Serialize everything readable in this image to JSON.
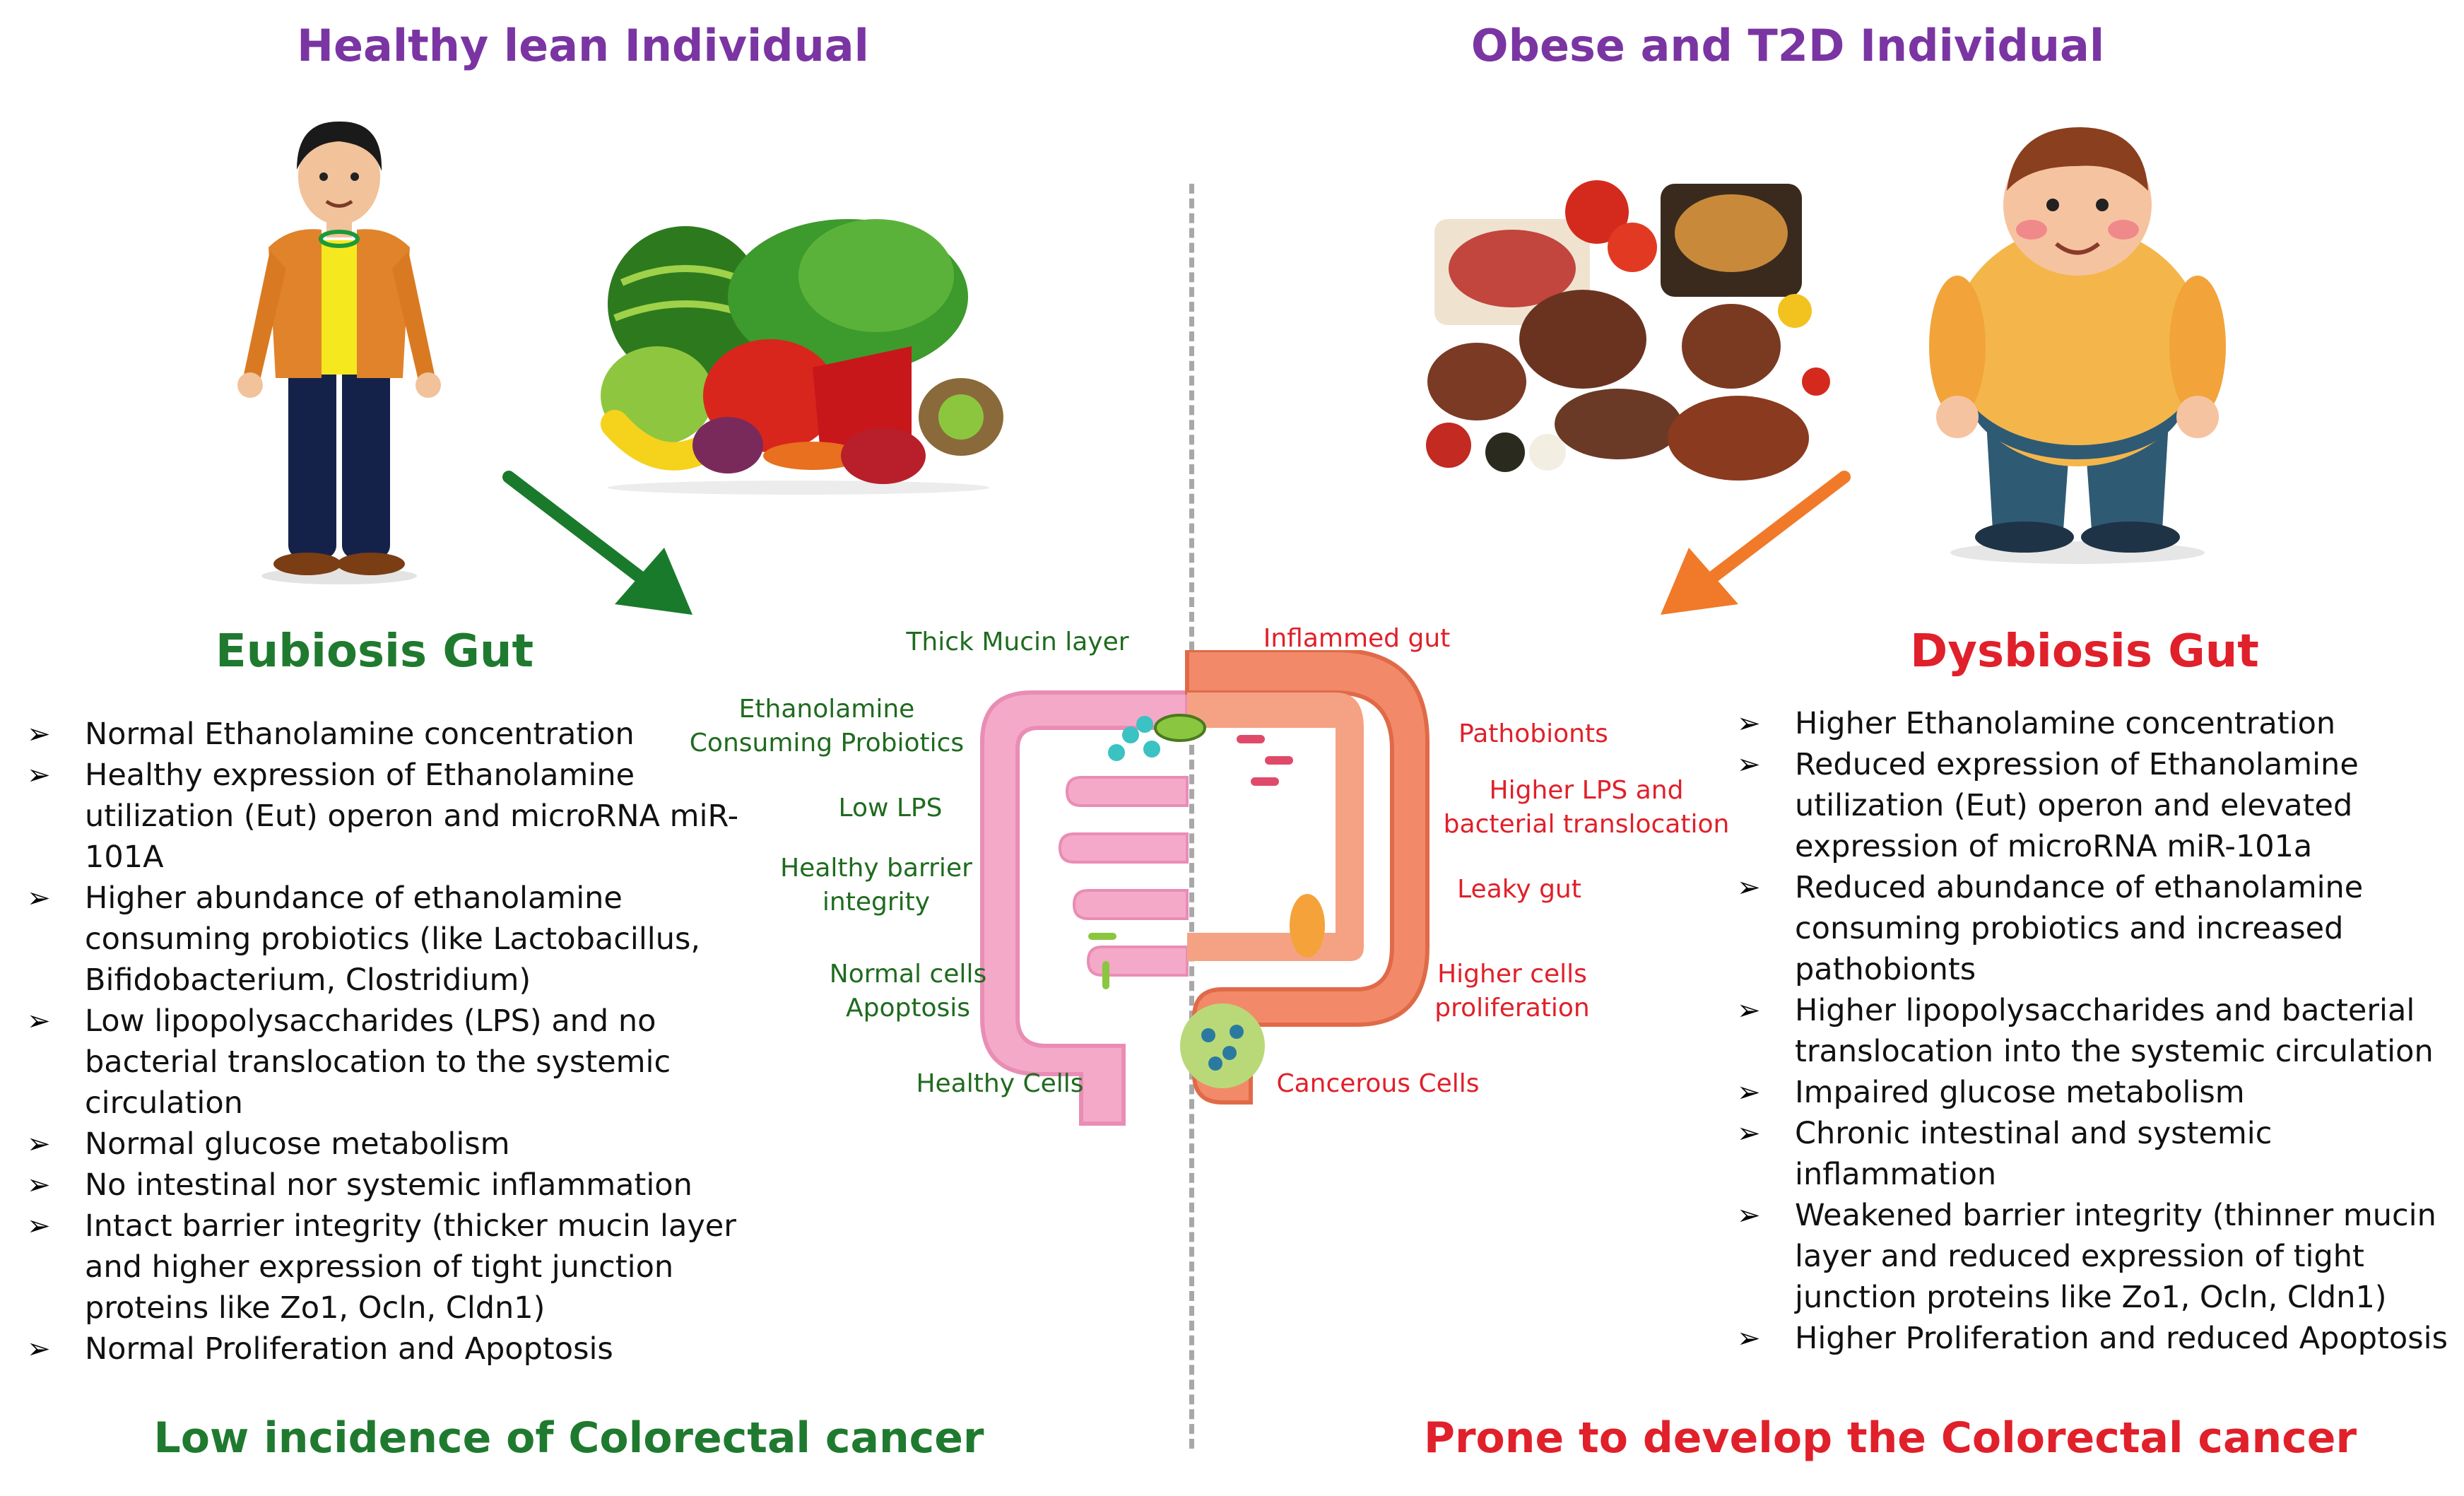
{
  "headings": {
    "left": "Healthy lean Individual",
    "right": "Obese and T2D Individual"
  },
  "gut_titles": {
    "left": "Eubiosis Gut",
    "right": "Dysbiosis Gut"
  },
  "left_bullets": [
    "Normal Ethanolamine concentration",
    "Healthy expression of Ethanolamine utilization (Eut) operon and microRNA miR-101A",
    "Higher abundance of ethanolamine consuming probiotics (like Lactobacillus, Bifidobacterium, Clostridium)",
    "Low lipopolysaccharides (LPS) and no bacterial translocation to the systemic circulation",
    "Normal glucose metabolism",
    "No intestinal nor systemic  inflammation",
    "Intact barrier integrity (thicker mucin layer and higher expression of tight junction proteins like Zo1, Ocln, Cldn1)",
    "Normal Proliferation and Apoptosis"
  ],
  "right_bullets": [
    "Higher Ethanolamine concentration",
    "Reduced expression of Ethanolamine utilization (Eut) operon and elevated expression of microRNA miR-101a",
    "Reduced abundance of ethanolamine consuming probiotics and increased pathobionts",
    "Higher lipopolysaccharides and bacterial translocation into the systemic circulation",
    "Impaired glucose metabolism",
    "Chronic intestinal and systemic inflammation",
    "Weakened barrier integrity (thinner mucin layer and reduced expression of tight junction proteins like Zo1, Ocln, Cldn1)",
    "Higher Proliferation and reduced Apoptosis"
  ],
  "gut_labels_left": {
    "mucin": "Thick Mucin layer",
    "probiotics_1": "Ethanolamine",
    "probiotics_2": "Consuming Probiotics",
    "lps": "Low LPS",
    "barrier_1": "Healthy barrier",
    "barrier_2": "integrity",
    "cells_1": "Normal cells",
    "cells_2": "Apoptosis",
    "healthy": "Healthy Cells"
  },
  "gut_labels_right": {
    "inflamed": "Inflammed gut",
    "pathobionts": "Pathobionts",
    "lps_1": "Higher LPS and",
    "lps_2": "bacterial translocation",
    "leaky": "Leaky gut",
    "prolif_1": "Higher cells",
    "prolif_2": "proliferation",
    "cancer": "Cancerous Cells"
  },
  "outcomes": {
    "left": "Low incidence of Colorectal cancer",
    "right": "Prone to develop the Colorectal cancer"
  },
  "icons": [
    "healthy-person-icon",
    "fruits-vegetables-icon",
    "processed-food-icon",
    "obese-person-icon",
    "green-arrow-icon",
    "orange-arrow-icon",
    "colon-diagram-icon"
  ],
  "colors": {
    "heading": "#7a35a3",
    "eubiosis": "#1f7a2f",
    "dysbiosis": "#e0202a",
    "green_arrow": "#1a7a2c",
    "orange_arrow": "#f07a2a",
    "healthy_gut": "#f4a9c8",
    "inflamed_gut": "#f28a6a"
  }
}
